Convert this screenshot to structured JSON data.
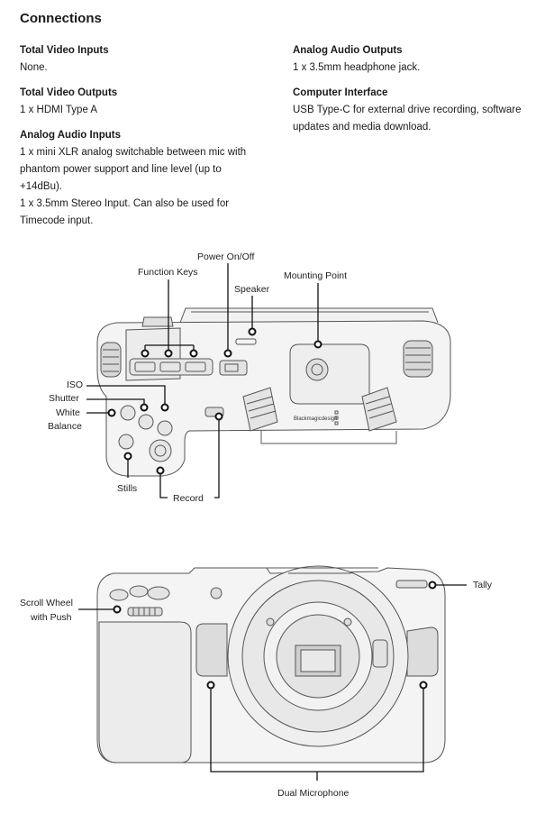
{
  "title": "Connections",
  "specs": [
    {
      "heading": "Total Video Inputs",
      "value": "None."
    },
    {
      "heading": "Total Video Outputs",
      "value": "1 x HDMI Type A"
    },
    {
      "heading": "Analog Audio Inputs",
      "value": "1 x mini XLR analog switchable between mic with\nphantom power support and line level (up to\n+14dBu).\n1 x 3.5mm Stereo Input. Can also be used for\nTimecode input."
    },
    {
      "heading": "Analog Audio Outputs",
      "value": "1 x 3.5mm headphone jack."
    },
    {
      "heading": "Computer Interface",
      "value": "USB Type-C for external drive recording, software\nupdates and media download."
    }
  ],
  "top_diagram": {
    "labels": {
      "power": "Power On/Off",
      "function_keys": "Function Keys",
      "speaker": "Speaker",
      "mounting_point": "Mounting Point",
      "iso": "ISO",
      "shutter": "Shutter",
      "white_balance_1": "White",
      "white_balance_2": "Balance",
      "stills": "Stills",
      "record": "Record"
    },
    "brand": "Blackmagicdesign"
  },
  "front_diagram": {
    "labels": {
      "scroll_wheel_1": "Scroll Wheel",
      "scroll_wheel_2": "with Push",
      "tally": "Tally",
      "dual_microphone": "Dual Microphone"
    }
  }
}
